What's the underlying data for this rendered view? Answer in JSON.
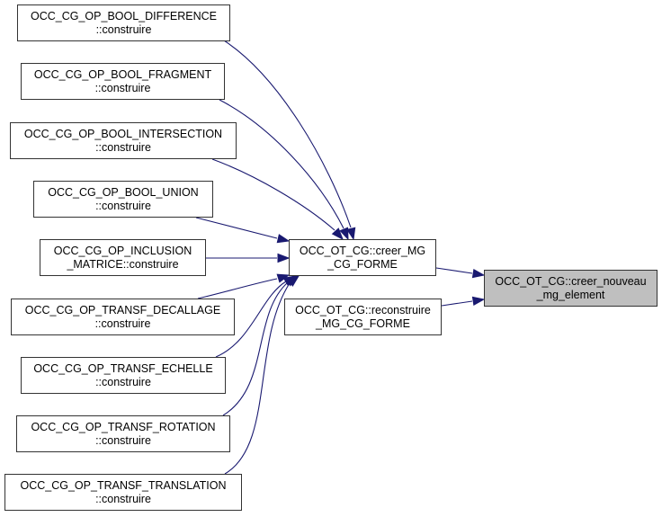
{
  "diagram": {
    "type": "call-graph",
    "edge_color": "#191970",
    "target_fill": "#bfbfbf",
    "nodes": [
      {
        "id": "n_diff",
        "line1": "OCC_CG_OP_BOOL_DIFFERENCE",
        "line2": "::construire"
      },
      {
        "id": "n_frag",
        "line1": "OCC_CG_OP_BOOL_FRAGMENT",
        "line2": "::construire"
      },
      {
        "id": "n_inter",
        "line1": "OCC_CG_OP_BOOL_INTERSECTION",
        "line2": "::construire"
      },
      {
        "id": "n_union",
        "line1": "OCC_CG_OP_BOOL_UNION",
        "line2": "::construire"
      },
      {
        "id": "n_incl",
        "line1": "OCC_CG_OP_INCLUSION",
        "line2": "_MATRICE::construire"
      },
      {
        "id": "n_decal",
        "line1": "OCC_CG_OP_TRANSF_DECALLAGE",
        "line2": "::construire"
      },
      {
        "id": "n_ech",
        "line1": "OCC_CG_OP_TRANSF_ECHELLE",
        "line2": "::construire"
      },
      {
        "id": "n_rot",
        "line1": "OCC_CG_OP_TRANSF_ROTATION",
        "line2": "::construire"
      },
      {
        "id": "n_trans",
        "line1": "OCC_CG_OP_TRANSF_TRANSLATION",
        "line2": "::construire"
      },
      {
        "id": "n_creer",
        "line1": "OCC_OT_CG::creer_MG",
        "line2": "_CG_FORME"
      },
      {
        "id": "n_recon",
        "line1": "OCC_OT_CG::reconstruire",
        "line2": "_MG_CG_FORME"
      },
      {
        "id": "n_target",
        "line1": "OCC_OT_CG::creer_nouveau",
        "line2": "_mg_element"
      }
    ],
    "edges": [
      {
        "from": "n_diff",
        "to": "n_creer"
      },
      {
        "from": "n_frag",
        "to": "n_creer"
      },
      {
        "from": "n_inter",
        "to": "n_creer"
      },
      {
        "from": "n_union",
        "to": "n_creer"
      },
      {
        "from": "n_incl",
        "to": "n_creer"
      },
      {
        "from": "n_decal",
        "to": "n_creer"
      },
      {
        "from": "n_ech",
        "to": "n_creer"
      },
      {
        "from": "n_rot",
        "to": "n_creer"
      },
      {
        "from": "n_trans",
        "to": "n_creer"
      },
      {
        "from": "n_creer",
        "to": "n_target"
      },
      {
        "from": "n_recon",
        "to": "n_target"
      }
    ]
  }
}
